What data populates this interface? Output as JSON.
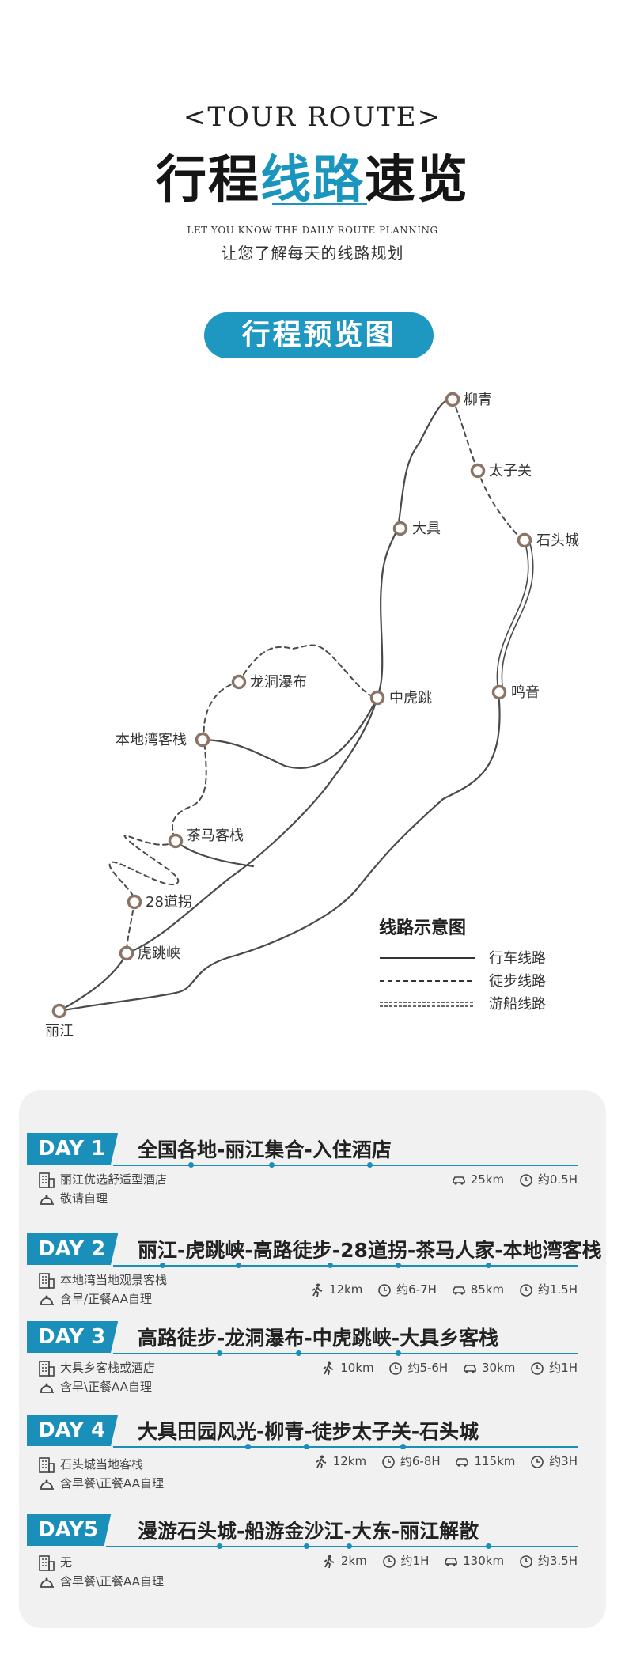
{
  "header": {
    "title_en": "<TOUR ROUTE>",
    "title_cn_a": "行程",
    "title_cn_b": "线路",
    "title_cn_c": "速览",
    "subtitle_en": "LET YOU KNOW THE DAILY ROUTE PLANNING",
    "subtitle_cn": "让您了解每天的线路规划",
    "section_pill": "行程预览图"
  },
  "map": {
    "places": {
      "liuqing": "柳青",
      "taiziguan": "太子关",
      "dajv": "大具",
      "shitoucheng": "石头城",
      "longdong": "龙洞瀑布",
      "zhonghutiao": "中虎跳",
      "mingyin": "鸣音",
      "bendiwan": "本地湾客栈",
      "chama": "茶马客栈",
      "guai28": "28道拐",
      "hutiaoxia": "虎跳峡",
      "lijiang": "丽江"
    },
    "legend": {
      "title": "线路示意图",
      "drive": "行车线路",
      "hike": "徒步线路",
      "boat": "游船线路"
    }
  },
  "days": [
    {
      "badge": "DAY 1",
      "title": "全国各地-丽江集合-入住酒店",
      "hotel": "丽江优选舒适型酒店",
      "meal": "敬请自理",
      "drive_km": "25km",
      "drive_time": "约0.5H"
    },
    {
      "badge": "DAY 2",
      "title": "丽江-虎跳峡-高路徒步-28道拐-茶马人家-本地湾客栈",
      "hotel": "本地湾当地观景客栈",
      "meal": "含早/正餐AA自理",
      "hike_km": "12km",
      "hike_time": "约6-7H",
      "drive_km": "85km",
      "drive_time": "约1.5H"
    },
    {
      "badge": "DAY 3",
      "title": "高路徒步-龙洞瀑布-中虎跳峡-大具乡客栈",
      "hotel": "大具乡客栈或酒店",
      "meal": "含早\\正餐AA自理",
      "hike_km": "10km",
      "hike_time": "约5-6H",
      "drive_km": "30km",
      "drive_time": "约1H"
    },
    {
      "badge": "DAY 4",
      "title": "大具田园风光-柳青-徒步太子关-石头城",
      "hotel": "石头城当地客栈",
      "meal": "含早餐\\正餐AA自理",
      "hike_km": "12km",
      "hike_time": "约6-8H",
      "drive_km": "115km",
      "drive_time": "约3H"
    },
    {
      "badge": "DAY5",
      "title": "漫游石头城-船游金沙江-大东-丽江解散",
      "hotel": "无",
      "meal": "含早餐\\正餐AA自理",
      "hike_km": "2km",
      "hike_time": "约1H",
      "drive_km": "130km",
      "drive_time": "约3.5H"
    }
  ],
  "colors": {
    "accent": "#1a95bd",
    "route": "#4a4a4a",
    "node": "#8b7366"
  },
  "icons": [
    "building-icon",
    "meal-cloche-icon",
    "car-icon",
    "clock-icon",
    "hiker-icon"
  ]
}
